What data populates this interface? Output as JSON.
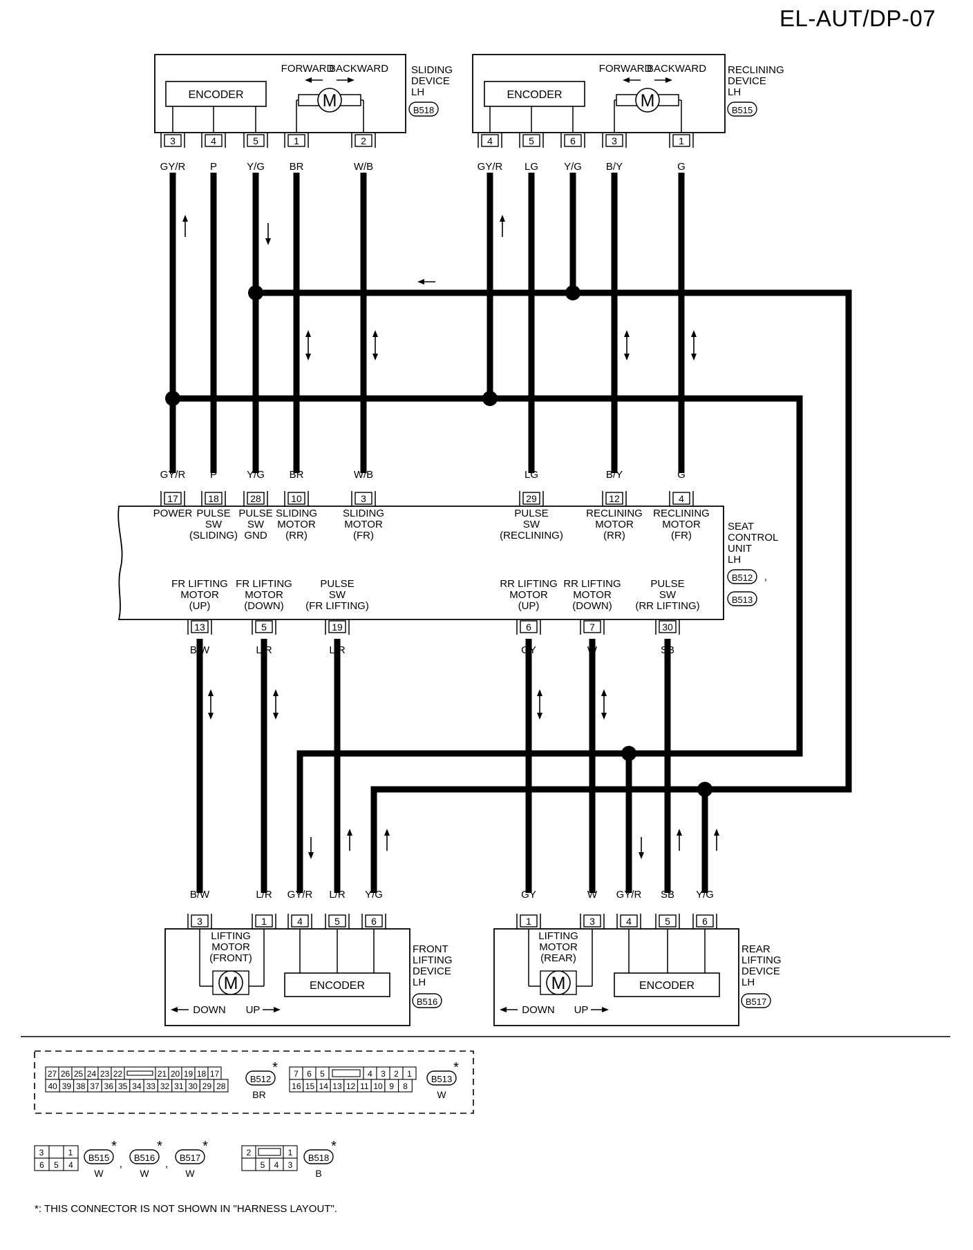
{
  "page_code": "EL-AUT/DP-07",
  "colors": {
    "ink": "#000000",
    "paper": "#ffffff"
  },
  "sliding_device": {
    "name_lines": [
      "SLIDING",
      "DEVICE",
      "LH"
    ],
    "connector": "B518",
    "encoder": "ENCODER",
    "motor": "M",
    "forward": "FORWARD",
    "backward": "BACKWARD",
    "pins": [
      {
        "pin": "3",
        "wire": "GY/R"
      },
      {
        "pin": "4",
        "wire": "P"
      },
      {
        "pin": "5",
        "wire": "Y/G"
      },
      {
        "pin": "1",
        "wire": "BR"
      },
      {
        "pin": "2",
        "wire": "W/B"
      }
    ]
  },
  "reclining_device": {
    "name_lines": [
      "RECLINING",
      "DEVICE",
      "LH"
    ],
    "connector": "B515",
    "encoder": "ENCODER",
    "motor": "M",
    "forward": "FORWARD",
    "backward": "BACKWARD",
    "pins": [
      {
        "pin": "4",
        "wire": "GY/R"
      },
      {
        "pin": "5",
        "wire": "LG"
      },
      {
        "pin": "6",
        "wire": "Y/G"
      },
      {
        "pin": "3",
        "wire": "B/Y"
      },
      {
        "pin": "1",
        "wire": "G"
      }
    ]
  },
  "seat_control_unit": {
    "name_lines": [
      "SEAT",
      "CONTROL",
      "UNIT",
      "LH"
    ],
    "connectors": [
      "B512",
      "B513"
    ],
    "top_pins": [
      {
        "pin": "17",
        "wire": "GY/R",
        "label": [
          "POWER"
        ]
      },
      {
        "pin": "18",
        "wire": "P",
        "label": [
          "PULSE",
          "SW",
          "(SLIDING)"
        ]
      },
      {
        "pin": "28",
        "wire": "Y/G",
        "label": [
          "PULSE",
          "SW",
          "GND"
        ]
      },
      {
        "pin": "10",
        "wire": "BR",
        "label": [
          "SLIDING",
          "MOTOR",
          "(RR)"
        ]
      },
      {
        "pin": "3",
        "wire": "W/B",
        "label": [
          "SLIDING",
          "MOTOR",
          "(FR)"
        ]
      },
      {
        "pin": "29",
        "wire": "LG",
        "label": [
          "PULSE",
          "SW",
          "(RECLINING)"
        ]
      },
      {
        "pin": "12",
        "wire": "B/Y",
        "label": [
          "RECLINING",
          "MOTOR",
          "(RR)"
        ]
      },
      {
        "pin": "4",
        "wire": "G",
        "label": [
          "RECLINING",
          "MOTOR",
          "(FR)"
        ]
      }
    ],
    "bottom_pins": [
      {
        "pin": "13",
        "wire": "B/W",
        "label": [
          "FR LIFTING",
          "MOTOR",
          "(UP)"
        ]
      },
      {
        "pin": "5",
        "wire": "L/R",
        "label": [
          "FR LIFTING",
          "MOTOR",
          "(DOWN)"
        ]
      },
      {
        "pin": "19",
        "wire": "L/R",
        "label": [
          "PULSE",
          "SW",
          "(FR LIFTING)"
        ]
      },
      {
        "pin": "6",
        "wire": "GY",
        "label": [
          "RR LIFTING",
          "MOTOR",
          "(UP)"
        ]
      },
      {
        "pin": "7",
        "wire": "W",
        "label": [
          "RR LIFTING",
          "MOTOR",
          "(DOWN)"
        ]
      },
      {
        "pin": "30",
        "wire": "SB",
        "label": [
          "PULSE",
          "SW",
          "(RR LIFTING)"
        ]
      }
    ]
  },
  "front_lifting_device": {
    "name_lines": [
      "FRONT",
      "LIFTING",
      "DEVICE",
      "LH"
    ],
    "connector": "B516",
    "motor_label": [
      "LIFTING",
      "MOTOR",
      "(FRONT)"
    ],
    "motor": "M",
    "encoder": "ENCODER",
    "down": "DOWN",
    "up": "UP",
    "pins": [
      {
        "pin": "3",
        "wire": "B/W"
      },
      {
        "pin": "1",
        "wire": "L/R"
      },
      {
        "pin": "4",
        "wire": "GY/R"
      },
      {
        "pin": "5",
        "wire": "L/R"
      },
      {
        "pin": "6",
        "wire": "Y/G"
      }
    ]
  },
  "rear_lifting_device": {
    "name_lines": [
      "REAR",
      "LIFTING",
      "DEVICE",
      "LH"
    ],
    "connector": "B517",
    "motor_label": [
      "LIFTING",
      "MOTOR",
      "(REAR)"
    ],
    "motor": "M",
    "encoder": "ENCODER",
    "down": "DOWN",
    "up": "UP",
    "pins": [
      {
        "pin": "1",
        "wire": "GY"
      },
      {
        "pin": "3",
        "wire": "W"
      },
      {
        "pin": "4",
        "wire": "GY/R"
      },
      {
        "pin": "5",
        "wire": "SB"
      },
      {
        "pin": "6",
        "wire": "Y/G"
      }
    ]
  },
  "connector_views": {
    "b512": {
      "id": "B512",
      "color": "BR",
      "row1": [
        "27",
        "26",
        "25",
        "24",
        "23",
        "22",
        "",
        "21",
        "20",
        "19",
        "18",
        "17"
      ],
      "row2": [
        "40",
        "39",
        "38",
        "37",
        "36",
        "35",
        "34",
        "33",
        "32",
        "31",
        "30",
        "29",
        "28"
      ]
    },
    "b513": {
      "id": "B513",
      "color": "W",
      "row1": [
        "7",
        "6",
        "5",
        "",
        "4",
        "3",
        "2",
        "1"
      ],
      "row2": [
        "16",
        "15",
        "14",
        "13",
        "12",
        "11",
        "10",
        "9",
        "8"
      ]
    },
    "small_6pin": {
      "row1": [
        "3",
        "",
        "1"
      ],
      "row2": [
        "6",
        "5",
        "4"
      ],
      "connectors": [
        {
          "id": "B515",
          "color": "W"
        },
        {
          "id": "B516",
          "color": "W"
        },
        {
          "id": "B517",
          "color": "W"
        }
      ]
    },
    "b518": {
      "id": "B518",
      "color": "B",
      "row1": [
        "2",
        "",
        "1"
      ],
      "row2": [
        "",
        "5",
        "4",
        "3"
      ]
    },
    "asterisk": "*",
    "separator": ","
  },
  "footnote": "*: THIS CONNECTOR IS NOT SHOWN IN \"HARNESS LAYOUT\"."
}
